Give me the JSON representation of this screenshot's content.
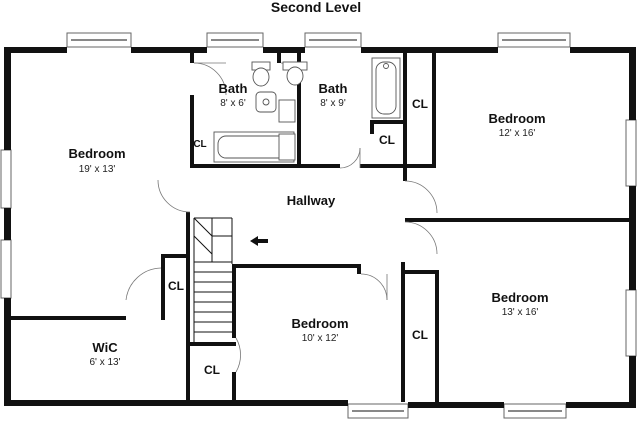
{
  "title": "Second Level",
  "rooms": {
    "bedroom_nw": {
      "name": "Bedroom",
      "dims": "19' x 13'"
    },
    "bath_1": {
      "name": "Bath",
      "dims": "8' x 6'"
    },
    "bath_2": {
      "name": "Bath",
      "dims": "8' x 9'"
    },
    "bedroom_ne": {
      "name": "Bedroom",
      "dims": "12' x 16'"
    },
    "hallway": {
      "name": "Hallway"
    },
    "wic": {
      "name": "WiC",
      "dims": "6' x 13'"
    },
    "bedroom_center": {
      "name": "Bedroom",
      "dims": "10' x 12'"
    },
    "bedroom_se": {
      "name": "Bedroom",
      "dims": "13' x 16'"
    }
  },
  "closets": {
    "cl_label": "CL"
  }
}
